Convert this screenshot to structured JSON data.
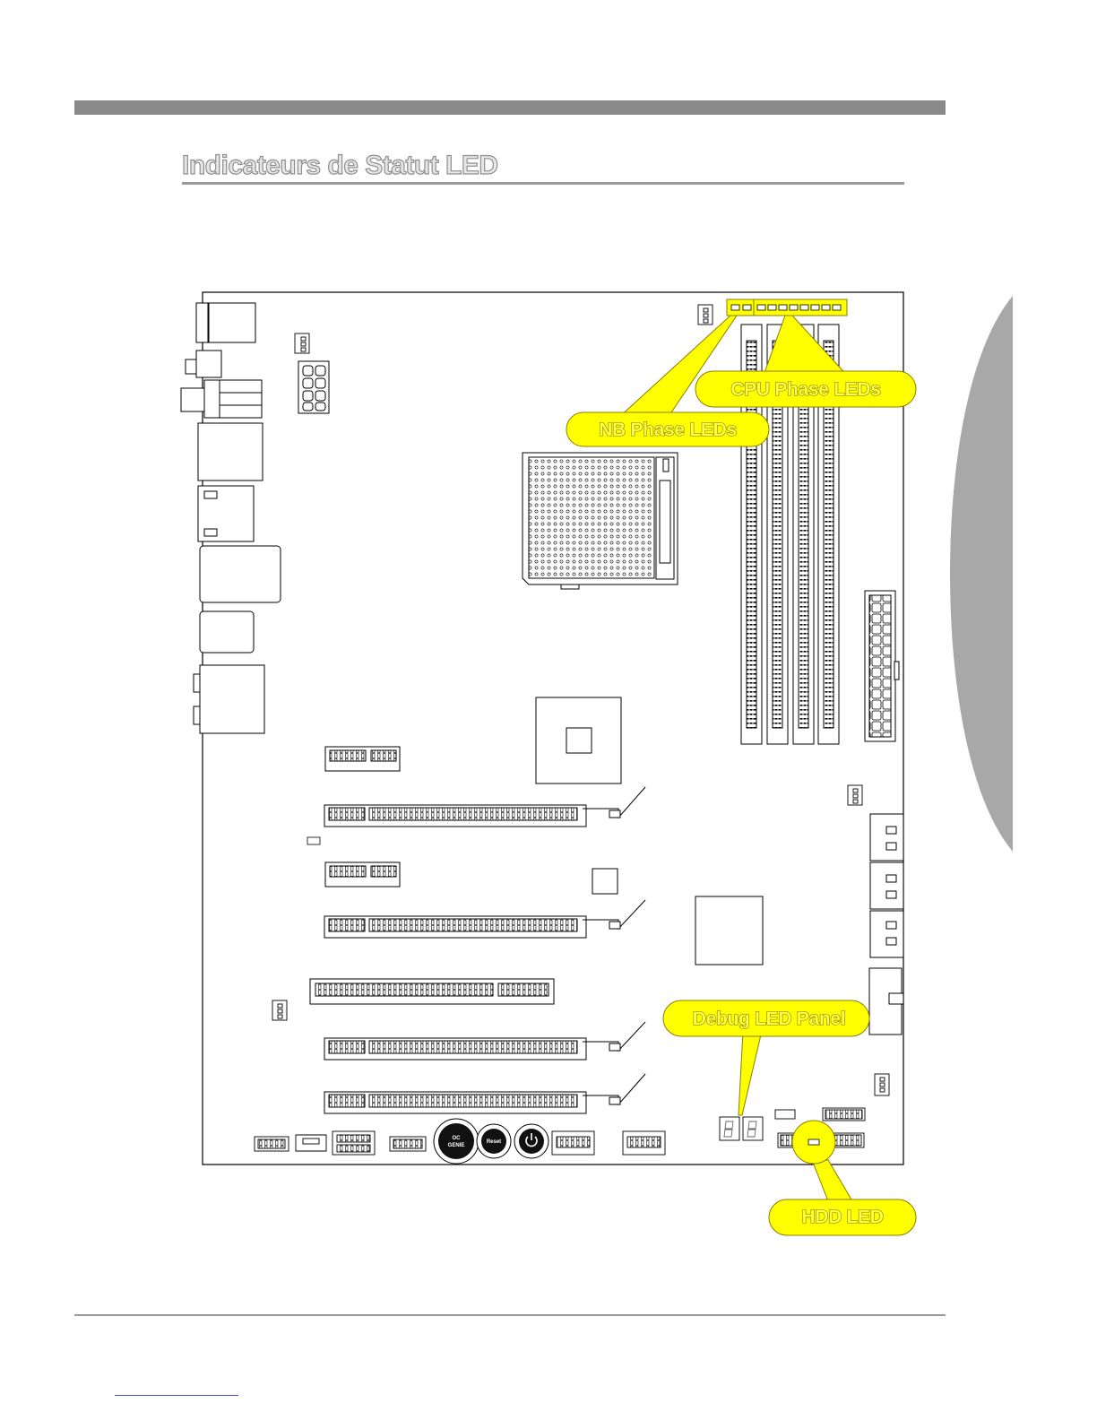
{
  "page": {
    "title": "Indicateurs de Statut LED"
  },
  "callouts": {
    "cpu_phase": "CPU Phase LEDs",
    "nb_phase": "NB Phase LEDs",
    "debug_panel": "Debug LED Panel",
    "hdd": "HDD LED"
  },
  "board_buttons": {
    "oc_genie_line1": "OC",
    "oc_genie_line2": "GENIE",
    "reset": "Reset"
  },
  "colors": {
    "callout_fill": "#ffff00",
    "callout_stroke": "#8a7d00",
    "rule": "#8a8a8a"
  },
  "icons": [
    "power-icon"
  ]
}
